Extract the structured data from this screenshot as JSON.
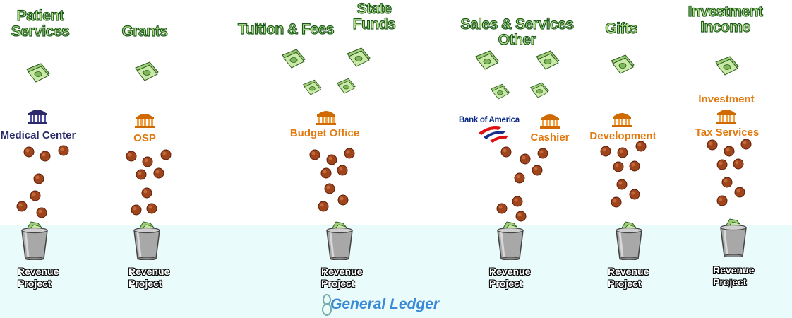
{
  "sources": [
    {
      "id": "patient",
      "title": "Patient\nServices",
      "department": "Medical Center",
      "dept_color": "navy",
      "revenue": "Revenue\nProject"
    },
    {
      "id": "grants",
      "title": "Grants",
      "department": "OSP",
      "dept_color": "orange",
      "revenue": "Revenue\nProject"
    },
    {
      "id": "tuition",
      "title": "Tuition & Fees",
      "department": "Budget Office",
      "dept_color": "orange",
      "revenue": "Revenue\nProject"
    },
    {
      "id": "state",
      "title": "State\nFunds"
    },
    {
      "id": "sales",
      "title": "Sales & Services\nOther",
      "department": "Cashier",
      "dept_color": "orange",
      "revenue": "Revenue\nProject"
    },
    {
      "id": "gifts",
      "title": "Gifts",
      "department": "Development",
      "dept_color": "orange",
      "revenue": "Revenue\nProject"
    },
    {
      "id": "investment",
      "title": "Investment\nIncome",
      "department": "Investment",
      "department_line2": "Tax Services",
      "dept_color": "orange",
      "revenue": "Revenue\nProject"
    }
  ],
  "bank_logo": "Bank of America",
  "ledger_label": "General Ledger",
  "colors": {
    "title_fill": "#b5e08a",
    "title_stroke": "#1c5a1c",
    "dept_orange": "#e07a10",
    "dept_navy": "#2a2a6a",
    "ledger_band": "#e9fbfb",
    "ledger_text": "#3a8ad6",
    "coin": "#a0441c"
  }
}
